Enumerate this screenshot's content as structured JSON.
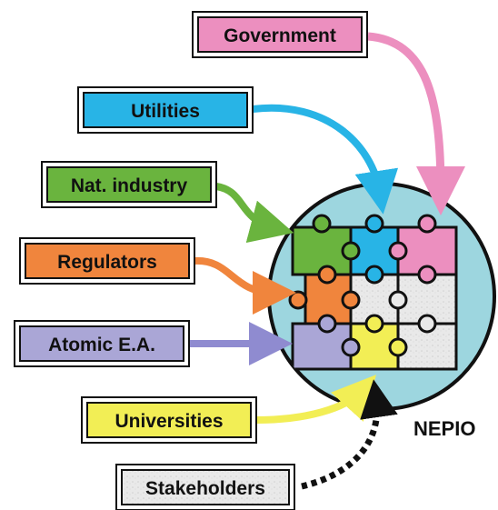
{
  "diagram": {
    "center_label": "NEPIO",
    "circle_fill": "#9dd6df",
    "nodes": [
      {
        "id": "government",
        "label": "Government",
        "color": "#ec8fbf"
      },
      {
        "id": "utilities",
        "label": "Utilities",
        "color": "#28b4e6"
      },
      {
        "id": "nat-industry",
        "label": "Nat. industry",
        "color": "#6ab43e"
      },
      {
        "id": "regulators",
        "label": "Regulators",
        "color": "#f0853d"
      },
      {
        "id": "atomic-ea",
        "label": "Atomic E.A.",
        "color": "#aaa6d6"
      },
      {
        "id": "universities",
        "label": "Universities",
        "color": "#f2ee55"
      },
      {
        "id": "stakeholders",
        "label": "Stakeholders",
        "color": "#e9e9e9"
      }
    ],
    "puzzle_colors": [
      [
        "#6ab43e",
        "#28b4e6",
        "#ec8fbf"
      ],
      [
        "#f0853d",
        "#e9e9e9",
        "#e9e9e9"
      ],
      [
        "#aaa6d6",
        "#f2ee55",
        "#e9e9e9"
      ]
    ]
  }
}
